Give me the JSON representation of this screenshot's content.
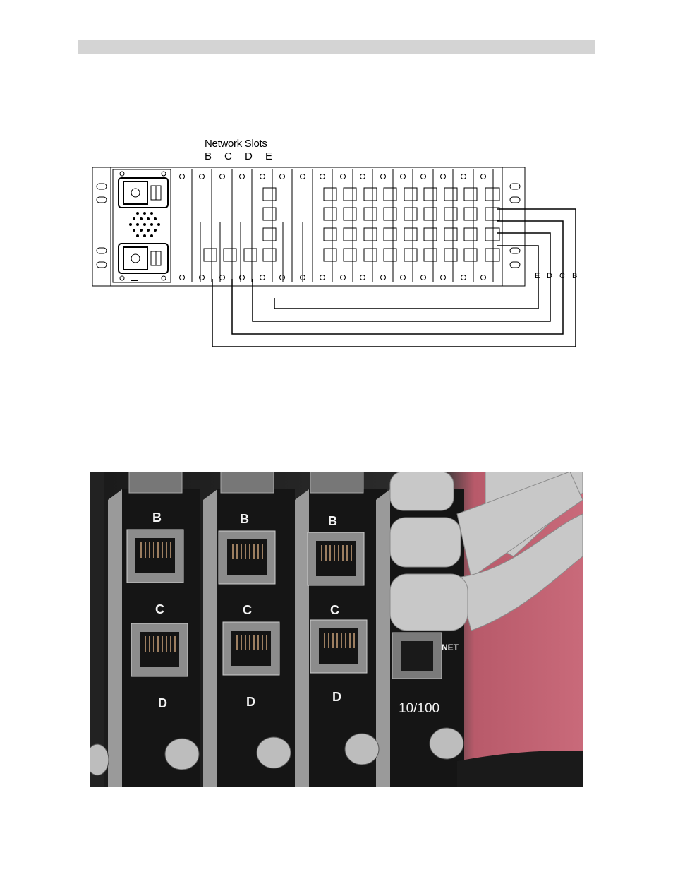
{
  "header": {
    "bar_color": "#d4d4d4"
  },
  "figure1": {
    "title": "Network Slots",
    "slot_letters": [
      "B",
      "C",
      "D",
      "E"
    ],
    "cable_letters": [
      "E",
      "D",
      "C",
      "B"
    ],
    "icons": [
      "power-inlet-icon",
      "fan-grille-icon",
      "rj45-port-icon",
      "screw-icon"
    ]
  },
  "figure2": {
    "labels": {
      "b": "B",
      "c": "C",
      "d": "D",
      "net": "NET",
      "speed": "10/100"
    },
    "colors": {
      "background_wall": "#c96a7a",
      "card": "#1c1c1c",
      "cable": "#c8c8c8"
    }
  }
}
